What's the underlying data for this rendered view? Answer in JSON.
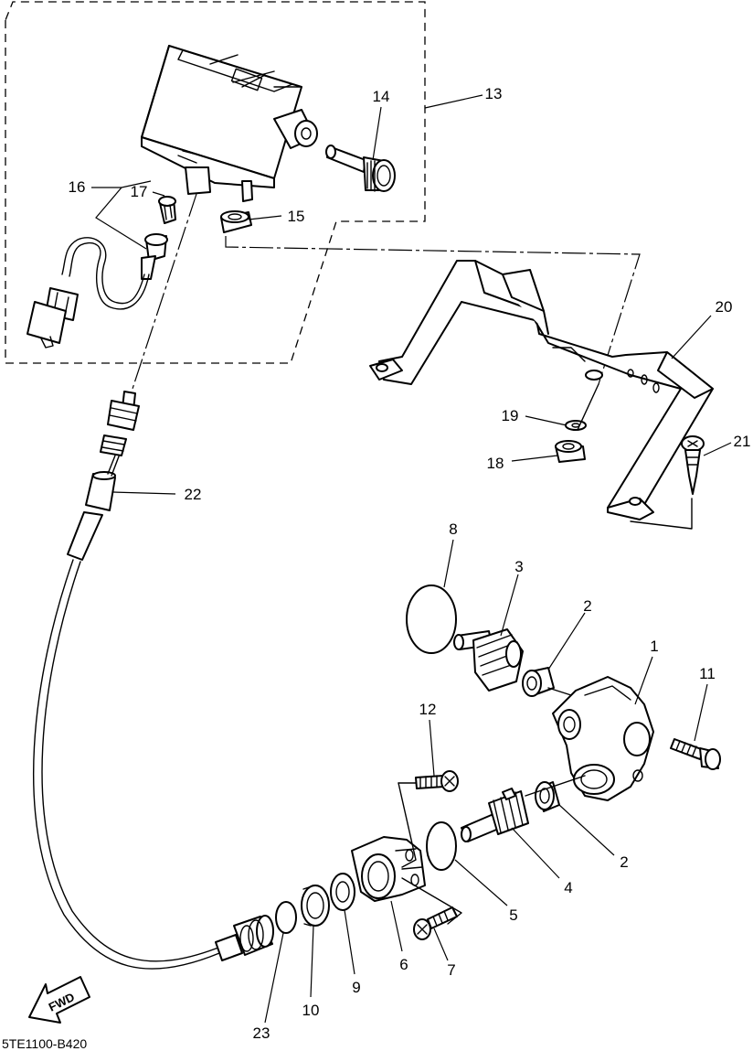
{
  "diagram_code": "5TE1100-B420",
  "fwd_label": "FWD",
  "callouts": {
    "c1": "1",
    "c2a": "2",
    "c2b": "2",
    "c3": "3",
    "c4": "4",
    "c5": "5",
    "c6": "6",
    "c7": "7",
    "c8": "8",
    "c9": "9",
    "c10": "10",
    "c11": "11",
    "c12": "12",
    "c13": "13",
    "c14": "14",
    "c15": "15",
    "c16": "16",
    "c17": "17",
    "c18": "18",
    "c19": "19",
    "c20": "20",
    "c21": "21",
    "c22": "22",
    "c23": "23"
  }
}
